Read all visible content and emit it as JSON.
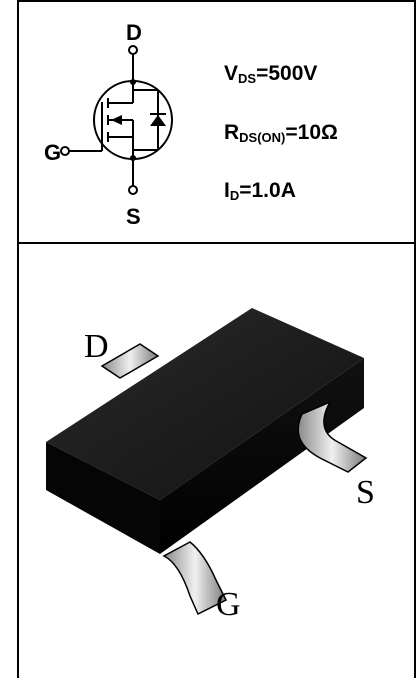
{
  "symbol": {
    "pin_d": "D",
    "pin_g": "G",
    "pin_s": "S"
  },
  "specs": {
    "vds": {
      "sym": "V",
      "sub": "DS",
      "value": "=500V"
    },
    "rds": {
      "sym": "R",
      "sub": "DS(ON)",
      "value": "=10Ω"
    },
    "id": {
      "sym": "I",
      "sub": "D",
      "value": "=1.0A"
    }
  },
  "package": {
    "label_d": "D",
    "label_s": "S",
    "label_g": "G"
  }
}
